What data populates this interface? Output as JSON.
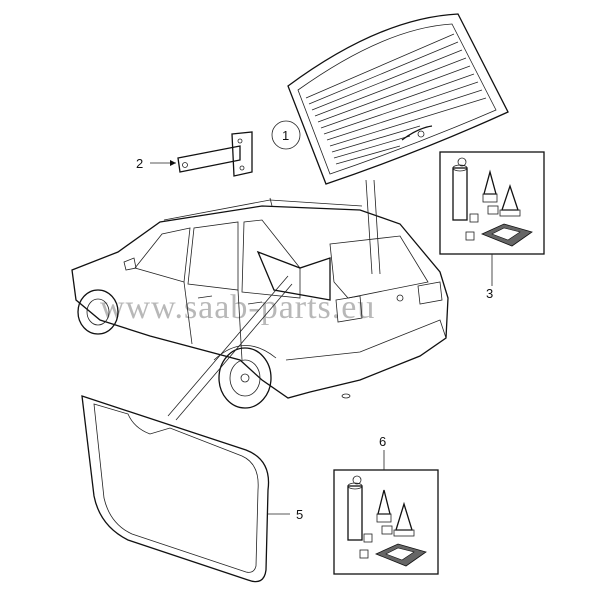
{
  "diagram": {
    "callouts": [
      {
        "id": "1",
        "label": "1",
        "circled": true
      },
      {
        "id": "2",
        "label": "2"
      },
      {
        "id": "3",
        "label": "3"
      },
      {
        "id": "5",
        "label": "5"
      },
      {
        "id": "6",
        "label": "6"
      }
    ],
    "watermark": "www.saab-parts.eu",
    "colors": {
      "line": "#111111",
      "watermark": "#b8b8b8",
      "background": "#ffffff",
      "glass": "#ffffff",
      "sealant": "#666666"
    },
    "icons": [
      "rear-window-glass",
      "hinge-bracket",
      "station-wagon-car",
      "side-window-glass",
      "adhesive-kit"
    ]
  }
}
